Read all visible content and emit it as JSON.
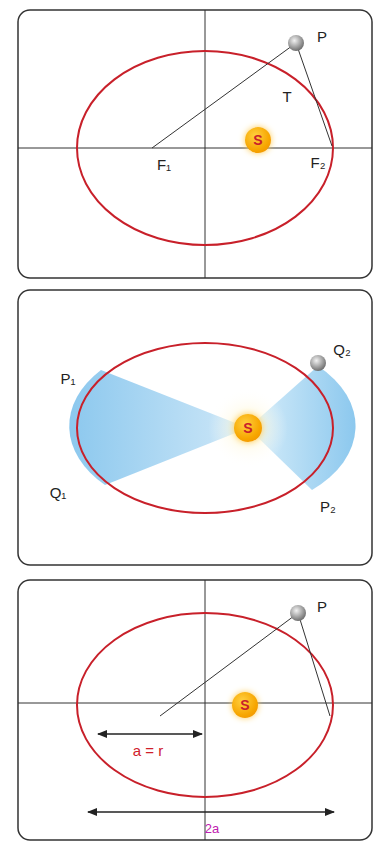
{
  "diagram": {
    "nodes": [
      {
        "text": [
          "S"
        ]
      },
      {
        "text": [
          "S"
        ]
      },
      {
        "text": [
          "S"
        ]
      }
    ],
    "labels": [
      "P",
      "T",
      "F₁",
      "F₂",
      "P₁",
      "Q₂",
      "Q₁",
      "P₂",
      "P",
      "a = r",
      "2a"
    ]
  }
}
